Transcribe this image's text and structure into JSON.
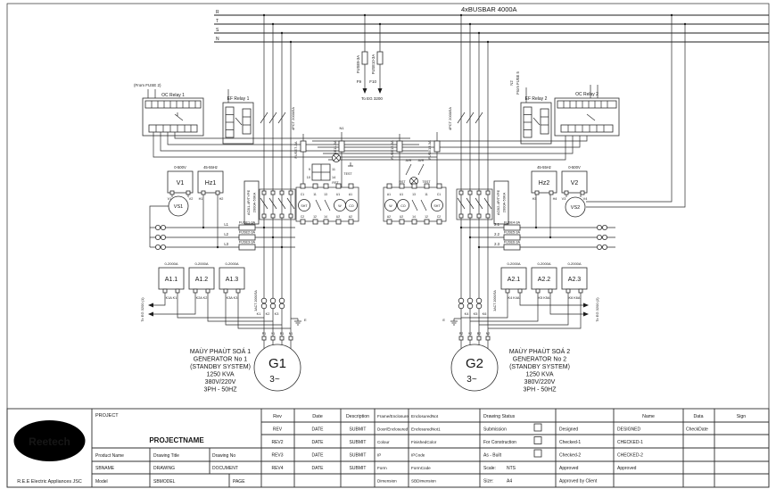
{
  "colors": {
    "ink": "#161616",
    "paper": "#ffffff"
  },
  "sch": {
    "busbar_label": "4xBUSBAR 4000A",
    "phases": [
      "R",
      "T",
      "S",
      "N"
    ],
    "from_fuse2": "(From FUSE 2)",
    "oc_relay1": "OC Relay 1",
    "ef_relay1": "EF Relay 1",
    "ef_relay2": "EF Relay 2",
    "oc_relay2": "OC Relay 2",
    "n2": "N2",
    "from_fuse5": "From FUSE 5",
    "fuse9": "FUSE9-3A",
    "fuse10": "FUSE10-3A",
    "f9": "F9",
    "f10": "F10",
    "to_eg3200": "To EG 3200",
    "ct4": "4PCT 2000/5A",
    "ct3": "3ACT 2000/5A",
    "fuse7": "FUSE7-3A",
    "fuse11": "FUSE11-3A",
    "fuse12": "FUSE12-3A",
    "fuse13": "FUSE13-3A",
    "v1": "V1",
    "v2": "V2",
    "hz1": "Hz1",
    "hz2": "Hz2",
    "v_range": "0-500V",
    "hz_range": "45-55Hz",
    "v1_t": [
      "V1",
      "V2"
    ],
    "hz1_t": [
      "H1",
      "H2"
    ],
    "v2_t": [
      "V3",
      "V4"
    ],
    "hz2_t": [
      "H3",
      "H4"
    ],
    "vs1": "VS1",
    "vs2": "VS2",
    "acb1": [
      "ACB1-4P/TYPE",
      "2000A-50KA"
    ],
    "acb2": [
      "ACB2-4P/TYPE",
      "2000A-50KA"
    ],
    "lines1": [
      "L1",
      "L2",
      "L3"
    ],
    "lines2": [
      "2.1",
      "2.2",
      "2.3"
    ],
    "fuses_l": [
      "FUSE1-3A",
      "FUSE2-3A",
      "FUSE3-3A"
    ],
    "fuses_r": [
      "FUSE4-3A",
      "FUSE5-3A",
      "FUSE6-3A"
    ],
    "amm_range": "0-2000A",
    "amm1": [
      "A1.1",
      "A1.2",
      "A1.3"
    ],
    "amm2": [
      "A2.1",
      "A2.2",
      "A2.3"
    ],
    "amm1_t": [
      "K1A K1",
      "K2A K2",
      "K3A K3"
    ],
    "amm2_t": [
      "K4 K4A",
      "K5 K5A",
      "K6 K6A"
    ],
    "to_eg1": "To EG 3200 (1)",
    "to_eg2": "To EG 3200 (2)",
    "ct_k1": [
      "K1",
      "K2",
      "K3"
    ],
    "ct_k2": [
      "K4",
      "K5",
      "K6"
    ],
    "earth": "E",
    "g1_terms": [
      "R1",
      "Y1",
      "B1",
      "N1"
    ],
    "g2_terms": [
      "R2",
      "Y2",
      "B2",
      "N2"
    ],
    "g1": "G1",
    "g2": "G2",
    "g_phase": "3~",
    "gen1": [
      "MAÙY PHAÙT SOÁ 1",
      "GENERATOR No 1",
      "(STANDBY SYSTEM)",
      "1250 KVA",
      "380V/220V",
      "3PH - 50HZ"
    ],
    "gen2": [
      "MAÙY PHAÙT SOÁ 2",
      "GENERATOR No 2",
      "(STANDBY SYSTEM)",
      "1250 KVA",
      "380V/220V",
      "3PH - 50HZ"
    ],
    "acb_circles": [
      "SHT",
      "W",
      "CO"
    ],
    "acb_top_t": [
      "C1",
      "11",
      "13",
      "U1",
      "A1"
    ],
    "acb_bot_t": [
      "C2",
      "12",
      "14",
      "U2",
      "A2"
    ],
    "ctrl": {
      "avr": "AVR",
      "test": "TEST",
      "rst": "RST",
      "n1": "N1",
      "t9": "9",
      "t10": "10",
      "t11": "11",
      "t14": "14"
    }
  },
  "tb": {
    "logo": {
      "brand": "Reetech",
      "company": "R.E.E Electric Appliances JSC"
    },
    "project": {
      "label": "PROJECT",
      "name": "PROJECTNAME",
      "cols": [
        "Product Name",
        "Drawing Title",
        "Drawing No"
      ],
      "vals": [
        "SBNAME",
        "DRAWING",
        "DOCUMENT"
      ],
      "model_label": "Model",
      "model": "SBMODEL",
      "page": "PAGE"
    },
    "rev": {
      "headers": [
        "Rev",
        "Date",
        "Description"
      ],
      "rows": [
        [
          "REV",
          "DATE",
          "SUBMIT"
        ],
        [
          "REV2",
          "DATE",
          "SUBMIT"
        ],
        [
          "REV3",
          "DATE",
          "SUBMIT"
        ],
        [
          "REV4",
          "DATE",
          "SUBMIT"
        ]
      ]
    },
    "frame": {
      "rows": [
        [
          "Frame/Enclosure",
          "EnclosuredNot"
        ],
        [
          "Door/Enclosured",
          "EnclosuredNot1"
        ],
        [
          "Colour",
          "FinishedColor"
        ],
        [
          "IP",
          "IPCode"
        ],
        [
          "Form",
          "FormCode"
        ],
        [
          "Dimension",
          "SBDimension"
        ]
      ]
    },
    "status": {
      "header": "Drawing Status",
      "items": [
        "Submission",
        "For Construction",
        "As - Built"
      ],
      "scale_label": "Scale:",
      "scale": "NTS",
      "size_label": "Size:",
      "size": "A4"
    },
    "sign": {
      "name_h": "Name",
      "date_h": "Data",
      "sign_h": "Sign",
      "rows": [
        [
          "Designed",
          "DESIGNED",
          "CheckDate"
        ],
        [
          "Checked-1",
          "CHECKED-1",
          ""
        ],
        [
          "Checked-2",
          "CHECKED-2",
          ""
        ],
        [
          "Approved",
          "Approved",
          ""
        ],
        [
          "Approved by Client",
          "",
          ""
        ]
      ]
    }
  }
}
